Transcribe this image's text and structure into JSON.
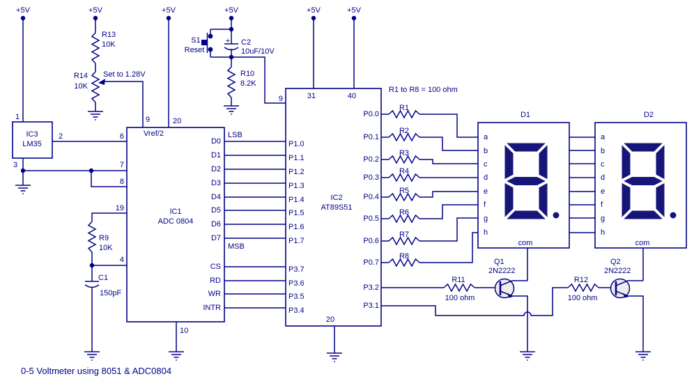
{
  "caption": "0-5 Voltmeter using 8051 & ADC0804",
  "power": {
    "label": "+5V"
  },
  "colors": {
    "wire": "#000086",
    "text": "#000086",
    "segment_fill": "#16167a",
    "transistor_fill": "#ededed",
    "background": "#ffffff"
  },
  "sensor": {
    "name": "IC3",
    "part": "LM35",
    "pin1": "1",
    "pin2": "2",
    "pin3": "3"
  },
  "adc": {
    "name": "IC1",
    "part": "ADC 0804",
    "vref_label": "Vref/2",
    "pin_vref": "9",
    "pin_vcc": "20",
    "pin_gnd": "10",
    "left_pins": [
      "6",
      "7",
      "8",
      "19",
      "4"
    ],
    "data_pins": [
      "D0",
      "D1",
      "D2",
      "D3",
      "D4",
      "D5",
      "D6",
      "D7"
    ],
    "ctrl_pins": [
      "CS",
      "RD",
      "WR",
      "INTR"
    ],
    "lsb": "LSB",
    "msb": "MSB"
  },
  "mcu": {
    "name": "IC2",
    "part": "AT89S51",
    "pin_rst": "9",
    "pin31": "31",
    "pin40": "40",
    "pin20": "20",
    "p1_pins": [
      "P1.0",
      "P1.1",
      "P1.2",
      "P1.3",
      "P1.4",
      "P1.5",
      "P1.6",
      "P1.7"
    ],
    "p3_left_pins": [
      "P3.7",
      "P3.6",
      "P3.5",
      "P3.4"
    ],
    "p0_pins": [
      "P0.0",
      "P0.1",
      "P0.2",
      "P0.3",
      "P0.4",
      "P0.5",
      "P0.6",
      "P0.7"
    ],
    "p3_right_pins": [
      "P3.2",
      "P3.1"
    ]
  },
  "resistors": {
    "r13": {
      "name": "R13",
      "value": "10K"
    },
    "r14": {
      "name": "R14",
      "value": "10K",
      "note": "Set to 1.28V"
    },
    "r9": {
      "name": "R9",
      "value": "10K"
    },
    "r10": {
      "name": "R10",
      "value": "8.2K"
    },
    "r11": {
      "name": "R11",
      "value": "100 ohm"
    },
    "r12": {
      "name": "R12",
      "value": "100 ohm"
    },
    "network_note": "R1 to R8 = 100 ohm",
    "network": [
      "R1",
      "R2",
      "R3",
      "R4",
      "R5",
      "R6",
      "R7",
      "R8"
    ]
  },
  "capacitors": {
    "c1": {
      "name": "C1",
      "value": "150pF"
    },
    "c2": {
      "name": "C2",
      "value": "10uF/10V",
      "polarity": "+"
    }
  },
  "switch": {
    "name": "S1",
    "label": "Reset"
  },
  "transistors": {
    "q1": {
      "name": "Q1",
      "part": "2N2222"
    },
    "q2": {
      "name": "Q2",
      "part": "2N2222"
    }
  },
  "displays": {
    "d1": {
      "name": "D1"
    },
    "d2": {
      "name": "D2"
    },
    "segment_pins": [
      "a",
      "b",
      "c",
      "d",
      "e",
      "f",
      "g",
      "h"
    ],
    "common_label": "com"
  }
}
